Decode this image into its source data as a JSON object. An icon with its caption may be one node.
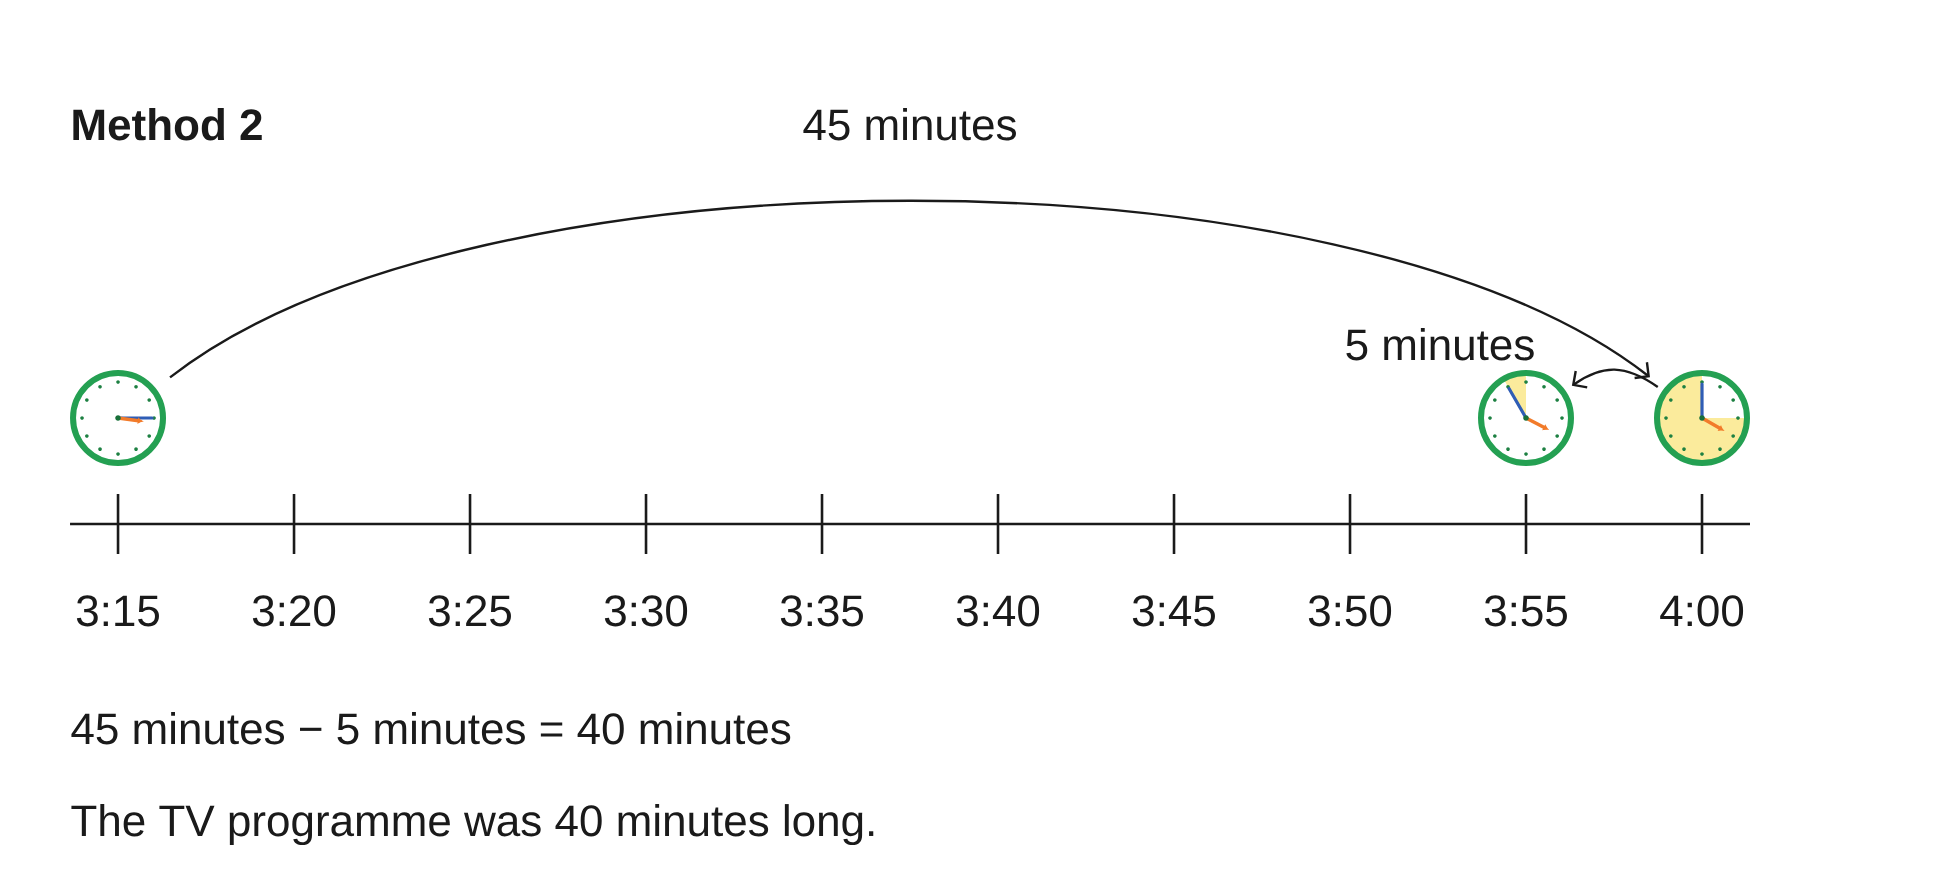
{
  "diagram": {
    "title": "Method 2",
    "nodes": [
      {
        "text": [],
        "shape": "picture"
      },
      {
        "text": [],
        "shape": "picture"
      },
      {
        "text": [],
        "shape": "picture"
      }
    ],
    "edges": [
      {
        "from": 0,
        "to": 2,
        "arrow": "to",
        "label": "45 minutes"
      },
      {
        "from": 2,
        "to": 1,
        "arrow": "to",
        "label": "5 minutes"
      }
    ],
    "labels": [
      "3:15",
      "3:20",
      "3:25",
      "3:30",
      "3:35",
      "3:40",
      "3:45",
      "3:50",
      "3:55",
      "4:00",
      "45 minutes − 5 minutes = 40 minutes",
      "The TV programme was 40 minutes long."
    ]
  }
}
